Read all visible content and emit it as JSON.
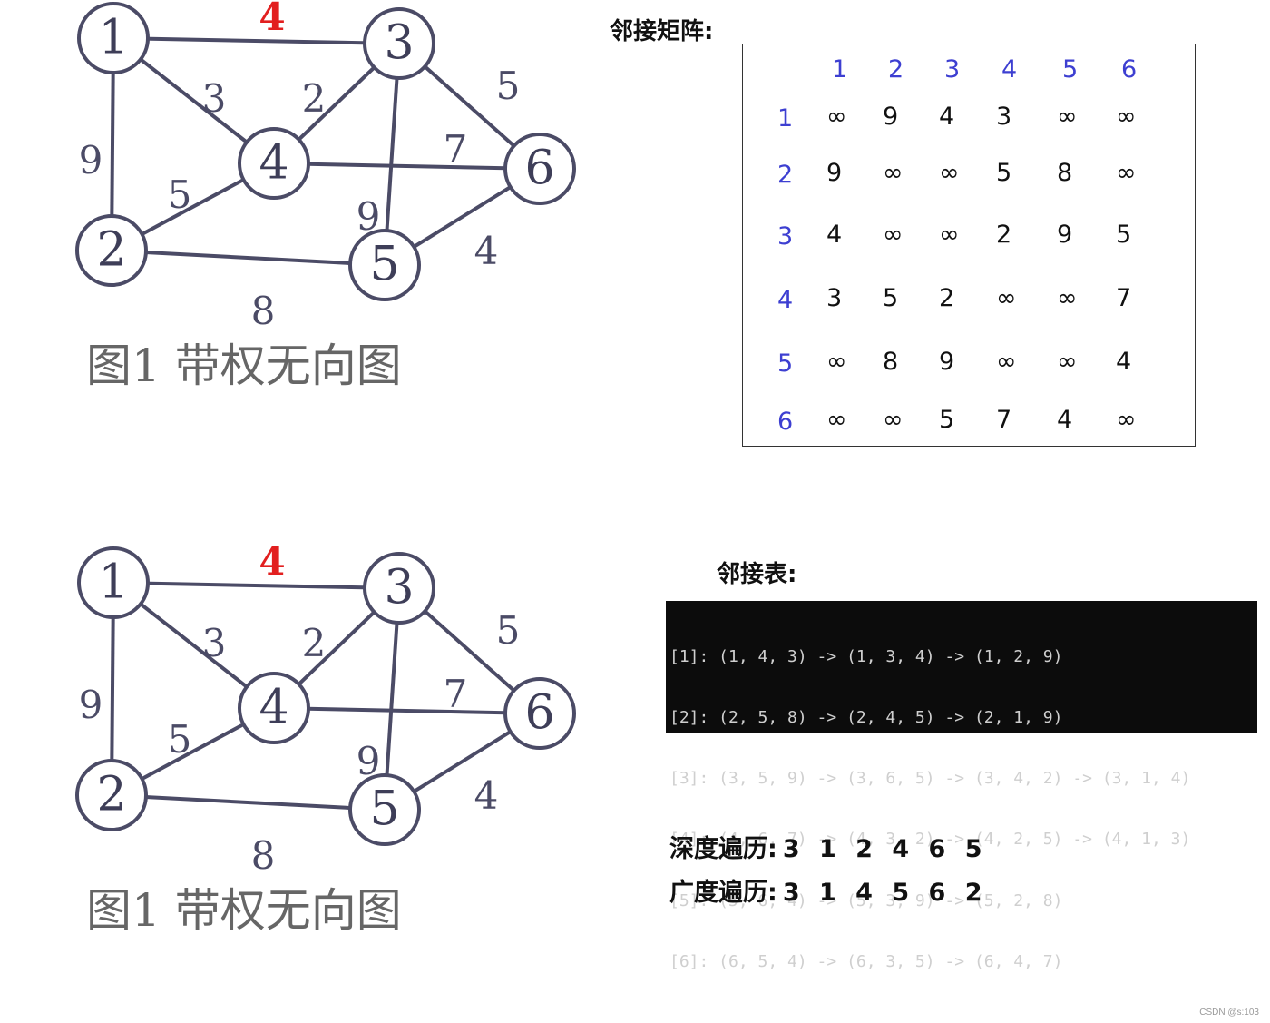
{
  "graphs": [
    {
      "nodes": [
        "1",
        "2",
        "3",
        "4",
        "5",
        "6"
      ],
      "edges": [
        {
          "from": "1",
          "to": "3",
          "weight": "4",
          "highlight": true
        },
        {
          "from": "1",
          "to": "4",
          "weight": "3"
        },
        {
          "from": "1",
          "to": "2",
          "weight": "9"
        },
        {
          "from": "3",
          "to": "4",
          "weight": "2"
        },
        {
          "from": "3",
          "to": "6",
          "weight": "5"
        },
        {
          "from": "3",
          "to": "5",
          "weight": "9"
        },
        {
          "from": "4",
          "to": "6",
          "weight": "7"
        },
        {
          "from": "2",
          "to": "4",
          "weight": "5"
        },
        {
          "from": "2",
          "to": "5",
          "weight": "8"
        },
        {
          "from": "5",
          "to": "6",
          "weight": "4"
        }
      ],
      "caption": "图1  带权无向图"
    },
    {
      "nodes": [
        "1",
        "2",
        "3",
        "4",
        "5",
        "6"
      ],
      "edges": [
        {
          "from": "1",
          "to": "3",
          "weight": "4",
          "highlight": true
        },
        {
          "from": "1",
          "to": "4",
          "weight": "3"
        },
        {
          "from": "1",
          "to": "2",
          "weight": "9"
        },
        {
          "from": "3",
          "to": "4",
          "weight": "2"
        },
        {
          "from": "3",
          "to": "6",
          "weight": "5"
        },
        {
          "from": "3",
          "to": "5",
          "weight": "9"
        },
        {
          "from": "4",
          "to": "6",
          "weight": "7"
        },
        {
          "from": "2",
          "to": "4",
          "weight": "5"
        },
        {
          "from": "2",
          "to": "5",
          "weight": "8"
        },
        {
          "from": "5",
          "to": "6",
          "weight": "4"
        }
      ],
      "caption": "图1  带权无向图"
    }
  ],
  "colors": {
    "graph_stroke": "#4b4b66",
    "highlight": "#e21f1f",
    "matrix_header": "#3d3fd1",
    "console_bg": "#0c0c0c"
  },
  "matrix": {
    "title": "邻接矩阵:",
    "col_headers": [
      "1",
      "2",
      "3",
      "4",
      "5",
      "6"
    ],
    "rows": [
      {
        "label": "1",
        "cells": [
          "∞",
          "9",
          "4",
          "3",
          "∞",
          "∞"
        ]
      },
      {
        "label": "2",
        "cells": [
          "9",
          "∞",
          "∞",
          "5",
          "8",
          "∞"
        ]
      },
      {
        "label": "3",
        "cells": [
          "4",
          "∞",
          "∞",
          "2",
          "9",
          "5"
        ]
      },
      {
        "label": "4",
        "cells": [
          "3",
          "5",
          "2",
          "∞",
          "∞",
          "7"
        ]
      },
      {
        "label": "5",
        "cells": [
          "∞",
          "8",
          "9",
          "∞",
          "∞",
          "4"
        ]
      },
      {
        "label": "6",
        "cells": [
          "∞",
          "∞",
          "5",
          "7",
          "4",
          "∞"
        ]
      }
    ]
  },
  "adjacency_list": {
    "title": "邻接表:",
    "lines": [
      "[1]: (1, 4, 3) -> (1, 3, 4) -> (1, 2, 9)",
      "[2]: (2, 5, 8) -> (2, 4, 5) -> (2, 1, 9)",
      "[3]: (3, 5, 9) -> (3, 6, 5) -> (3, 4, 2) -> (3, 1, 4)",
      "[4]: (4, 6, 7) -> (4, 3, 2) -> (4, 2, 5) -> (4, 1, 3)",
      "[5]: (5, 6, 4) -> (5, 3, 9) -> (5, 2, 8)",
      "[6]: (6, 5, 4) -> (6, 3, 5) -> (6, 4, 7)"
    ]
  },
  "traversal": {
    "dfs_label": "深度遍历:",
    "dfs_sequence": "3 1 2 4 6 5",
    "bfs_label": "广度遍历:",
    "bfs_sequence": "3 1 4 5 6 2"
  },
  "watermark": "CSDN @s:103"
}
